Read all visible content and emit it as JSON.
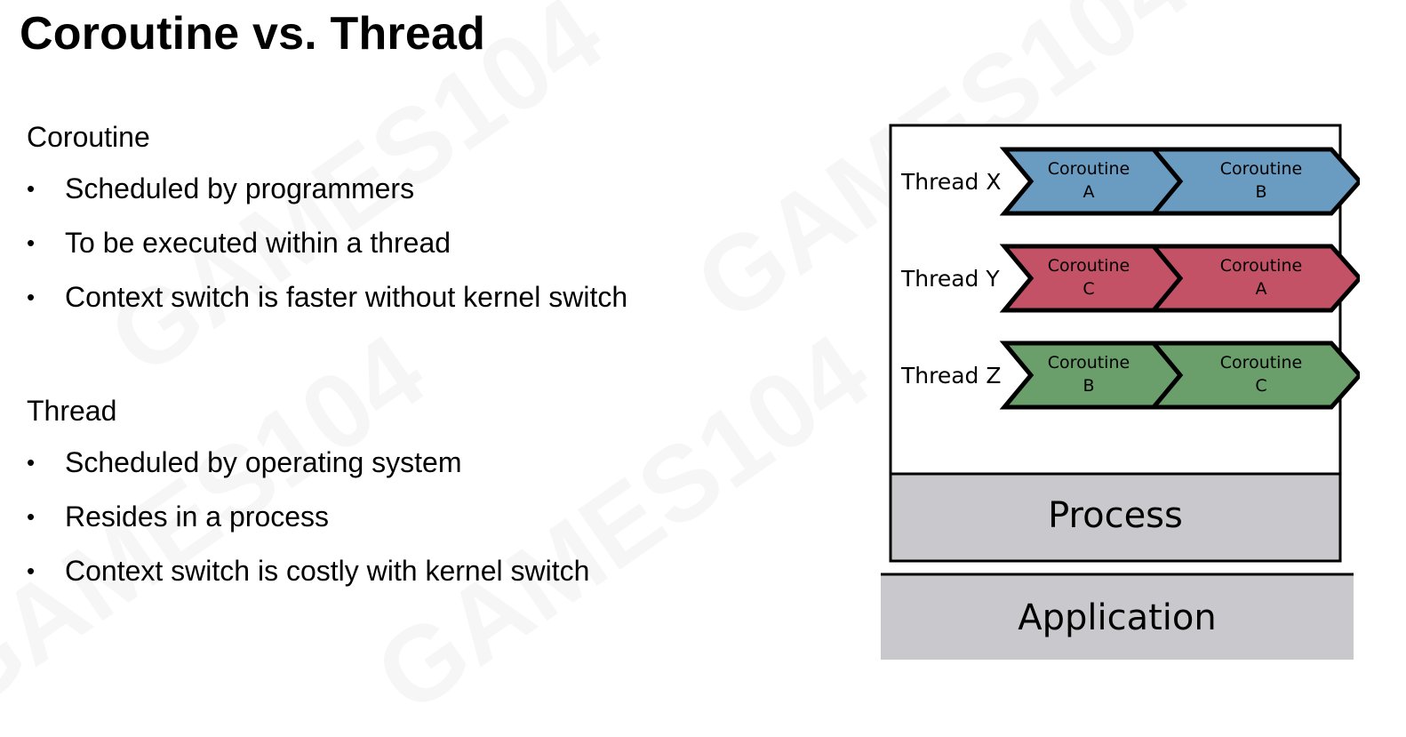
{
  "title": "Coroutine vs. Thread",
  "sections": [
    {
      "heading": "Coroutine",
      "bullets": [
        "Scheduled by programmers",
        "To be executed within a thread",
        "Context switch is faster without kernel switch"
      ]
    },
    {
      "heading": "Thread",
      "bullets": [
        "Scheduled by operating system",
        "Resides in a process",
        "Context switch is costly with kernel switch"
      ]
    }
  ],
  "bullet_glyph": "•",
  "diagram": {
    "threads": [
      {
        "label": "Thread X",
        "color": "#6a9bc1",
        "coroutines": [
          [
            "Coroutine",
            "A"
          ],
          [
            "Coroutine",
            "B"
          ]
        ]
      },
      {
        "label": "Thread Y",
        "color": "#c45266",
        "coroutines": [
          [
            "Coroutine",
            "C"
          ],
          [
            "Coroutine",
            "A"
          ]
        ]
      },
      {
        "label": "Thread Z",
        "color": "#6a9e6a",
        "coroutines": [
          [
            "Coroutine",
            "B"
          ],
          [
            "Coroutine",
            "C"
          ]
        ]
      }
    ],
    "process_label": "Process",
    "application_label": "Application",
    "layer_color": "#c9c8cd"
  },
  "watermark_text": "GAMES104"
}
